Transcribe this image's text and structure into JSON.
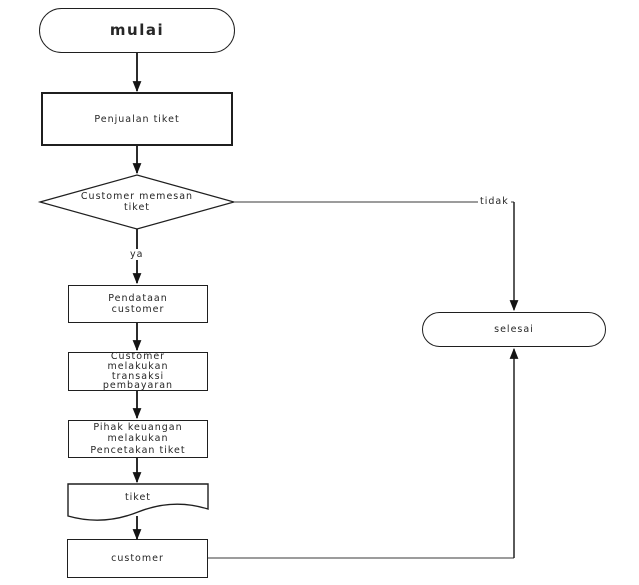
{
  "diagram": {
    "title": "Ticket sales flowchart",
    "colors": {
      "background": "#ffffff",
      "line": "#141414",
      "text": "#262626",
      "shape_fill": "#ffffff"
    },
    "nodes": {
      "mulai": {
        "type": "terminator",
        "label": "mulai"
      },
      "penjualan_tiket": {
        "type": "process",
        "label": "Penjualan tiket"
      },
      "customer_memesan_tiket": {
        "type": "decision",
        "label": [
          "Customer memesan",
          "tiket"
        ]
      },
      "pendataan_customer": {
        "type": "process",
        "label": [
          "Pendataan",
          "customer"
        ]
      },
      "transaksi_pembayaran": {
        "type": "process",
        "label": [
          "Customer",
          "melakukan",
          "transaksi",
          "pembayaran"
        ]
      },
      "pencetakan_tiket": {
        "type": "process",
        "label": [
          "Pihak keuangan",
          "melakukan",
          "Pencetakan tiket"
        ]
      },
      "tiket": {
        "type": "document",
        "label": "tiket"
      },
      "customer": {
        "type": "process",
        "label": "customer"
      },
      "selesai": {
        "type": "terminator",
        "label": "selesai"
      }
    },
    "edge_labels": {
      "yes": "ya",
      "no": "tidak"
    }
  }
}
